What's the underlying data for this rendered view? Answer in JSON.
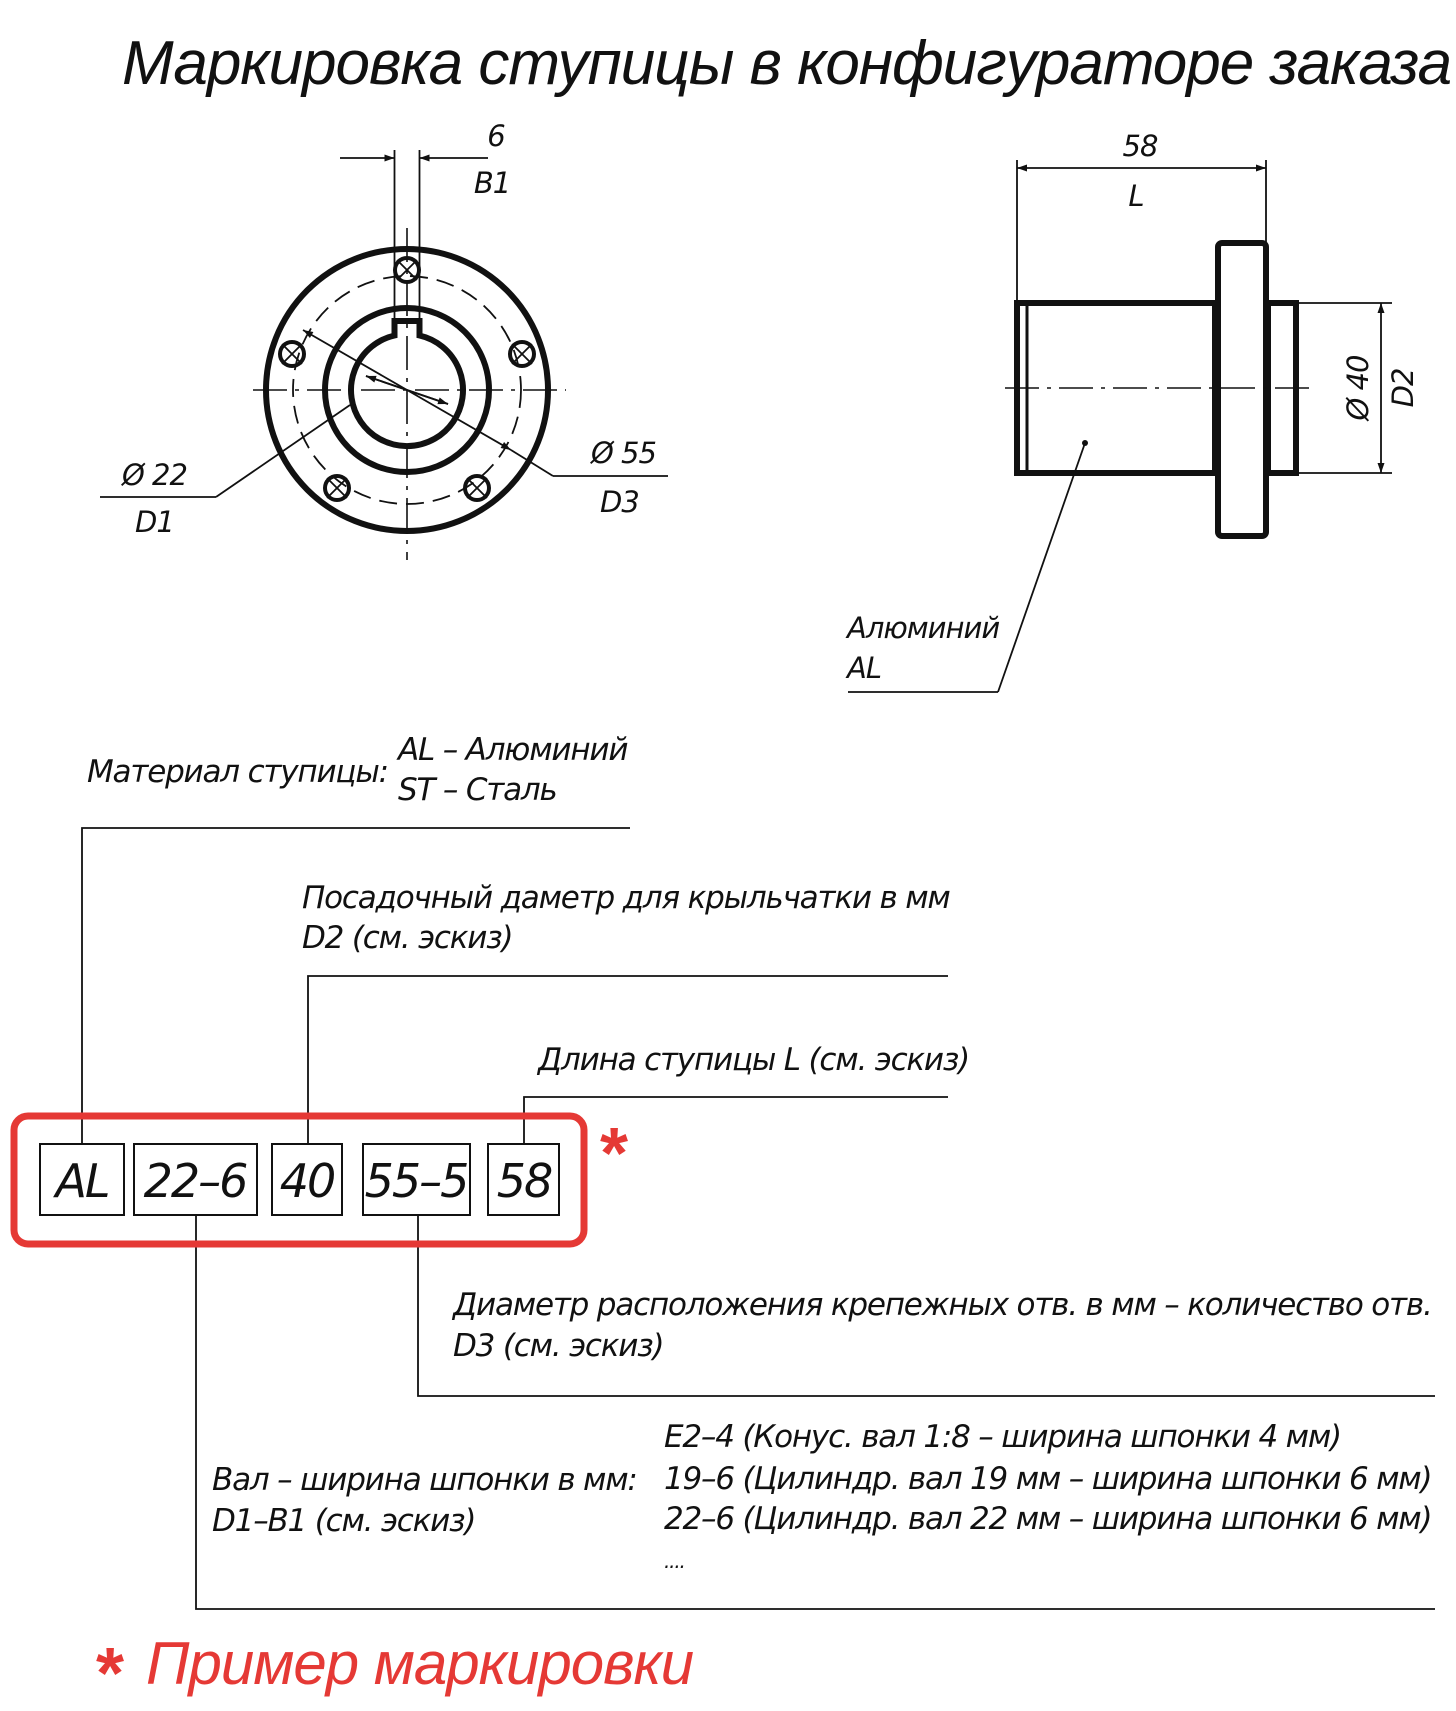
{
  "title": "Маркировка ступицы в конфигураторе заказа",
  "front_view": {
    "b1": {
      "value": "6",
      "label": "B1"
    },
    "d1": {
      "value": "Ø 22",
      "label": "D1"
    },
    "d3": {
      "value": "Ø 55",
      "label": "D3"
    }
  },
  "side_view": {
    "l": {
      "value": "58",
      "label": "L"
    },
    "d2": {
      "value": "Ø 40",
      "label": "D2"
    },
    "material": {
      "line1": "Алюминий",
      "line2": "AL"
    }
  },
  "code": {
    "segments": [
      "AL",
      "22–6",
      "40",
      "55–5",
      "58"
    ],
    "star": "*"
  },
  "callouts": {
    "material": {
      "label": "Материал ступицы:",
      "opt1": "AL – Алюминий",
      "opt2": "ST – Сталь"
    },
    "d2": {
      "line1": "Посадочный даметр для крыльчатки в мм",
      "line2": "D2 (см. эскиз)"
    },
    "length": {
      "line1": "Длина ступицы L (см. эскиз)"
    },
    "d3": {
      "line1": "Диаметр расположения крепежных отв. в мм – количество отв.",
      "line2": "D3 (см. эскиз)"
    },
    "shaft": {
      "label1": "Вал – ширина шпонки в мм:",
      "label2": "D1–B1 (см. эскиз)",
      "examples": [
        "E2–4 (Конус. вал 1:8 – ширина шпонки 4 мм)",
        "19–6 (Цилиндр. вал 19 мм – ширина шпонки 6 мм)",
        "22–6 (Цилиндр. вал 22 мм – ширина шпонки 6 мм)",
        "...."
      ]
    }
  },
  "footnote": {
    "star": "*",
    "text": "Пример маркировки"
  },
  "colors": {
    "accent": "#e53935",
    "ink": "#111111"
  }
}
